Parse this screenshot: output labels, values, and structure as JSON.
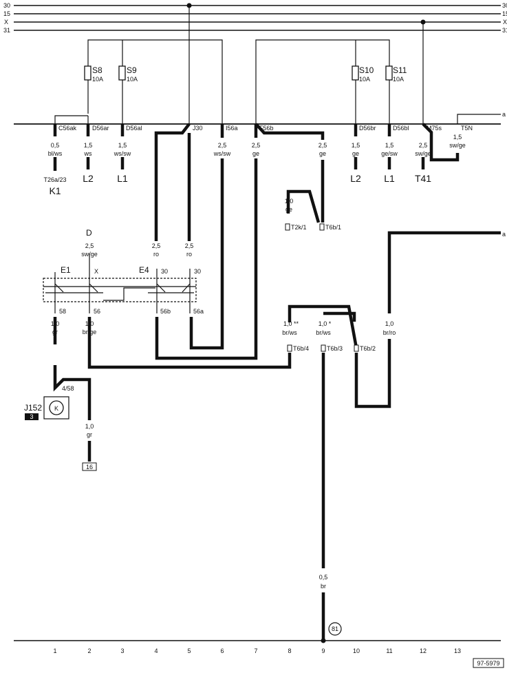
{
  "bus_lines": {
    "b30": {
      "left": "30",
      "right": "30"
    },
    "b15": {
      "left": "15",
      "right": "15"
    },
    "bx": {
      "left": "X",
      "right": "X"
    },
    "b31": {
      "left": "31",
      "right": "31"
    }
  },
  "fuses": {
    "s8": {
      "name": "S8",
      "rating": "10A"
    },
    "s9": {
      "name": "S9",
      "rating": "10A"
    },
    "s10": {
      "name": "S10",
      "rating": "10A"
    },
    "s11": {
      "name": "S11",
      "rating": "10A"
    }
  },
  "connectors": {
    "c56ak": "C56ak",
    "d56ar": "D56ar",
    "d56al": "D56al",
    "j30": "J30",
    "i56a": "I56a",
    "f56b": "F56b",
    "d56br": "D56br",
    "d56bl": "D56bl",
    "m75s": "M75s",
    "t75n": "T5N"
  },
  "wires": {
    "w1": {
      "size": "0,5",
      "color": "bl/ws"
    },
    "w2": {
      "size": "1,5",
      "color": "ws"
    },
    "w3": {
      "size": "1,5",
      "color": "ws/sw"
    },
    "w6": {
      "size": "2,5",
      "color": "ws/sw"
    },
    "w7": {
      "size": "2,5",
      "color": "ge"
    },
    "w8": {
      "size": "2,5",
      "color": "ge"
    },
    "w10": {
      "size": "1,5",
      "color": "ge"
    },
    "w11": {
      "size": "1,5",
      "color": "ge/sw"
    },
    "w12": {
      "size": "2,5",
      "color": "sw/ge"
    },
    "w13": {
      "size": "1,5",
      "color": "sw/ge"
    },
    "wt2k": {
      "size": "1,0",
      "color": "ge"
    },
    "wd": {
      "size": "2,5",
      "color": "sw/ge"
    },
    "wro1": {
      "size": "2,5",
      "color": "ro"
    },
    "wro2": {
      "size": "2,5",
      "color": "ro"
    },
    "w58": {
      "size": "1,0",
      "color": "gr"
    },
    "w56": {
      "size": "1,0",
      "color": "br/ge"
    },
    "wbrws1": {
      "size": "1,0 **",
      "color": "br/ws"
    },
    "wbrws2": {
      "size": "1,0 *",
      "color": "br/ws"
    },
    "wbrro": {
      "size": "1,0",
      "color": "br/ro"
    },
    "wgr": {
      "size": "1,0",
      "color": "gr"
    },
    "wbr": {
      "size": "0,5",
      "color": "br"
    }
  },
  "destinations": {
    "t26a": "T26a/23",
    "k1": "K1",
    "l2a": "L2",
    "l1a": "L1",
    "l2b": "L2",
    "l1b": "L1",
    "t41": "T41",
    "t2k1": "T2k/1",
    "t6b1": "T6b/1",
    "t6b4": "T6b/4",
    "t6b3": "T6b/3",
    "t6b2": "T6b/2",
    "box16": "16",
    "ground81": "81"
  },
  "switches": {
    "d_label": "D",
    "e1": "E1",
    "e4": "E4",
    "x_label": "X",
    "t30a": "30",
    "t30b": "30",
    "t58": "58",
    "t56": "56",
    "t56b": "56b",
    "t56a": "56a"
  },
  "relay": {
    "name": "J152",
    "box": "3",
    "k": "K",
    "pin": "4/58"
  },
  "side_markers": {
    "top": "a",
    "mid": "a"
  },
  "columns": [
    "1",
    "2",
    "3",
    "4",
    "5",
    "6",
    "7",
    "8",
    "9",
    "10",
    "11",
    "12",
    "13"
  ],
  "figure_id": "97-5979"
}
